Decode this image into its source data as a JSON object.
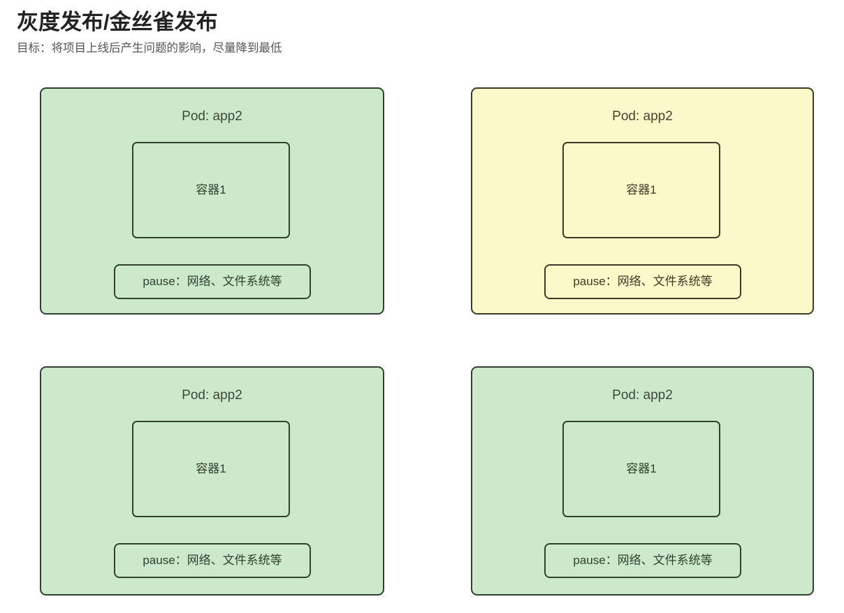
{
  "header": {
    "title": "灰度发布/金丝雀发布",
    "subtitle": "目标：将项目上线后产生问题的影响，尽量降到最低"
  },
  "colors": {
    "background": "#ffffff",
    "title_text": "#222222",
    "subtitle_text": "#555555",
    "green_fill": "#cce9cc",
    "green_border": "#31402f",
    "yellow_fill": "#fbf8c9",
    "yellow_border": "#3c3a26"
  },
  "pods": [
    {
      "id": "top-left",
      "state": "green",
      "title": "Pod: app2",
      "container_label": "容器1",
      "pause_label": "pause：网络、文件系统等"
    },
    {
      "id": "top-right",
      "state": "yellow",
      "title": "Pod: app2",
      "container_label": "容器1",
      "pause_label": "pause：网络、文件系统等"
    },
    {
      "id": "bottom-left",
      "state": "green",
      "title": "Pod: app2",
      "container_label": "容器1",
      "pause_label": "pause：网络、文件系统等"
    },
    {
      "id": "bottom-right",
      "state": "green",
      "title": "Pod: app2",
      "container_label": "容器1",
      "pause_label": "pause：网络、文件系统等"
    }
  ]
}
